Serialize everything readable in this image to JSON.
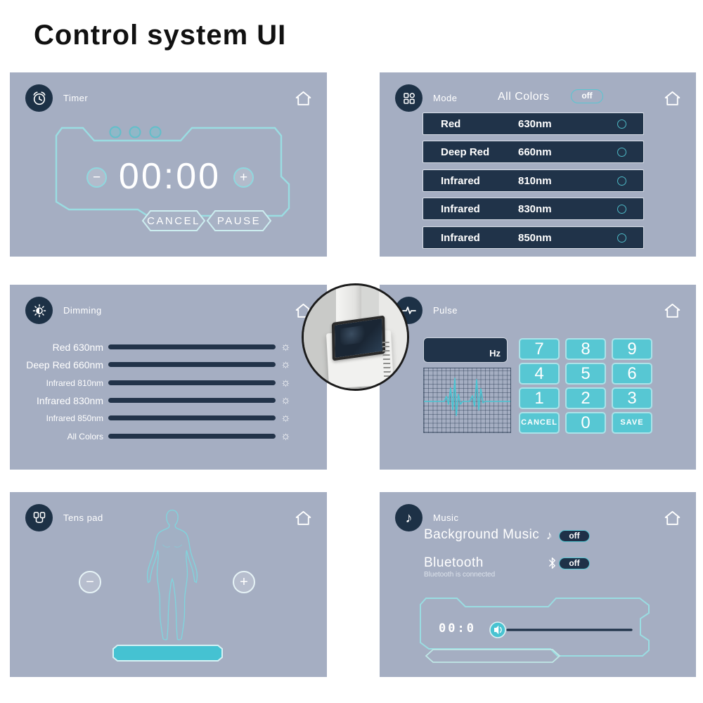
{
  "page": {
    "title": "Control system UI"
  },
  "icons": {
    "brightness": "☼",
    "note": "♪"
  },
  "timer": {
    "label": "Timer",
    "time": "00:00",
    "minus": "−",
    "plus": "+",
    "cancel": "CANCEL",
    "pause": "PAUSE"
  },
  "mode": {
    "label": "Mode",
    "all_colors_label": "All Colors",
    "all_colors_state": "off",
    "rows": [
      {
        "name": "Red",
        "nm": "630nm"
      },
      {
        "name": "Deep Red",
        "nm": "660nm"
      },
      {
        "name": "Infrared",
        "nm": "810nm"
      },
      {
        "name": "Infrared",
        "nm": "830nm"
      },
      {
        "name": "Infrared",
        "nm": "850nm"
      }
    ]
  },
  "dimming": {
    "label": "Dimming",
    "sliders": [
      {
        "name": "Red 630nm"
      },
      {
        "name": "Deep Red 660nm"
      },
      {
        "name": "Infrared 810nm"
      },
      {
        "name": "Infrared 830nm"
      },
      {
        "name": "Infrared 850nm"
      },
      {
        "name": "All Colors"
      }
    ]
  },
  "pulse": {
    "label": "Pulse",
    "unit": "Hz",
    "keys": [
      "7",
      "8",
      "9",
      "4",
      "5",
      "6",
      "1",
      "2",
      "3",
      "CANCEL",
      "0",
      "SAVE"
    ]
  },
  "tens": {
    "label": "Tens pad",
    "minus": "−",
    "plus": "+"
  },
  "music": {
    "label": "Music",
    "background_music_label": "Background Music",
    "background_music_state": "off",
    "bluetooth_label": "Bluetooth",
    "bluetooth_state": "off",
    "bluetooth_subtitle": "Bluetooth is connected",
    "player_time": "00:0"
  },
  "colors": {
    "panel_bg": "#a5aec2",
    "navy": "#1e3148",
    "teal": "#57c7d3",
    "outline_cyan": "#9adde2"
  }
}
